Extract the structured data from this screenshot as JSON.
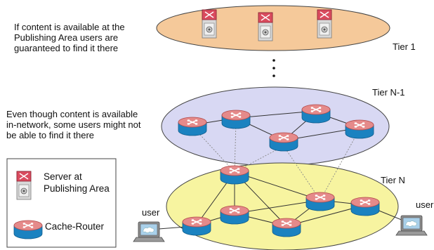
{
  "annotations": {
    "top_note": [
      "If content is available at the",
      "Publishing Area users are",
      "guaranteed to find it there"
    ],
    "middle_note": [
      "Even though content is available",
      "in-network, some users might not",
      "be able to find it there"
    ]
  },
  "tiers": {
    "tier_1": "Tier 1",
    "tier_n_minus_1": "Tier N-1",
    "tier_n": "Tier N"
  },
  "users": {
    "left_label": "user",
    "right_label": "user"
  },
  "legend": {
    "server_label": [
      "Server at",
      "Publishing Area"
    ],
    "router_label": "Cache-Router"
  },
  "colors": {
    "tier1_fill": "#f5c99a",
    "tierN1_fill": "#d7d7f2",
    "tierN_fill": "#f7f4a0",
    "router_blue": "#1e88c7",
    "router_red": "#e07a7a"
  }
}
